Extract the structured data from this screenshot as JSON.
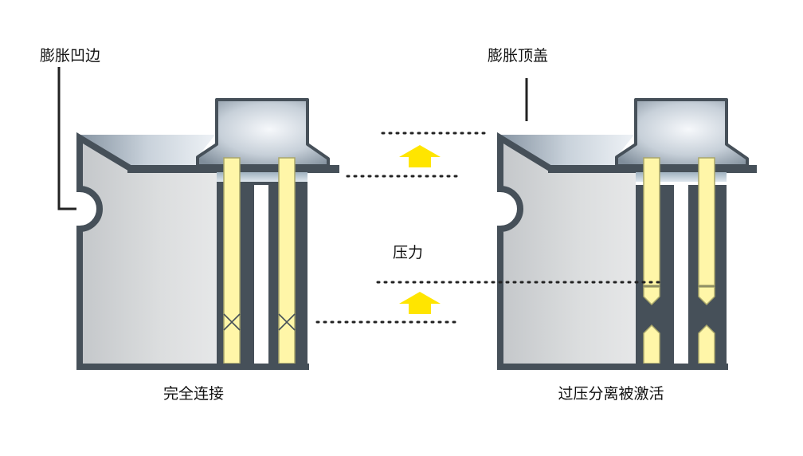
{
  "labels": {
    "dimple": "膨胀凹边",
    "cap": "膨胀顶盖",
    "pressure": "压力",
    "full_connection": "完全连接",
    "overpressure_disconnect": "过压分离被激活"
  },
  "colors": {
    "wall": "#465059",
    "body_fill": "#d6d8da",
    "tab_fill": "#fff6a8",
    "tab_stroke": "#a9a66a",
    "arrow": "#ffe500",
    "leader": "#222222",
    "cap_light": "#f4f7fa",
    "cap_dark": "#7f8d9a"
  },
  "icons": {
    "arrow": "arrow-up-icon"
  }
}
